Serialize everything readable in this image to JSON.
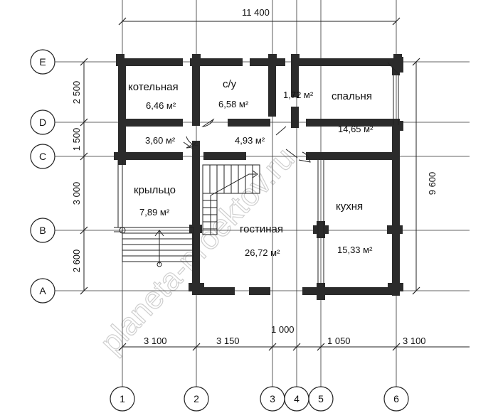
{
  "dimensions": {
    "total_width": "11 400",
    "total_depth": "9 600",
    "rows": [
      "2 500",
      "1 500",
      "3 000",
      "2 600"
    ],
    "bottom": [
      "3 100",
      "3 150",
      "1 000",
      "1 050",
      "3 100"
    ]
  },
  "axes": {
    "rows": [
      "E",
      "D",
      "C",
      "B",
      "A"
    ],
    "cols": [
      "1",
      "2",
      "3",
      "4",
      "5",
      "6"
    ]
  },
  "rooms": [
    {
      "name": "котельная",
      "area": "6,46 м²"
    },
    {
      "name": "с/у",
      "area": "6,58 м²"
    },
    {
      "name": "",
      "area": "1,72 м²"
    },
    {
      "name": "спальня",
      "area": "14,65 м²"
    },
    {
      "name": "",
      "area": "3,60 м²"
    },
    {
      "name": "",
      "area": "4,93 м²"
    },
    {
      "name": "крыльцо",
      "area": "7,89 м²"
    },
    {
      "name": "гостиная",
      "area": "26,72 м²"
    },
    {
      "name": "кухня",
      "area": "15,33 м²"
    }
  ],
  "watermark": "planeta-proektov.ru"
}
